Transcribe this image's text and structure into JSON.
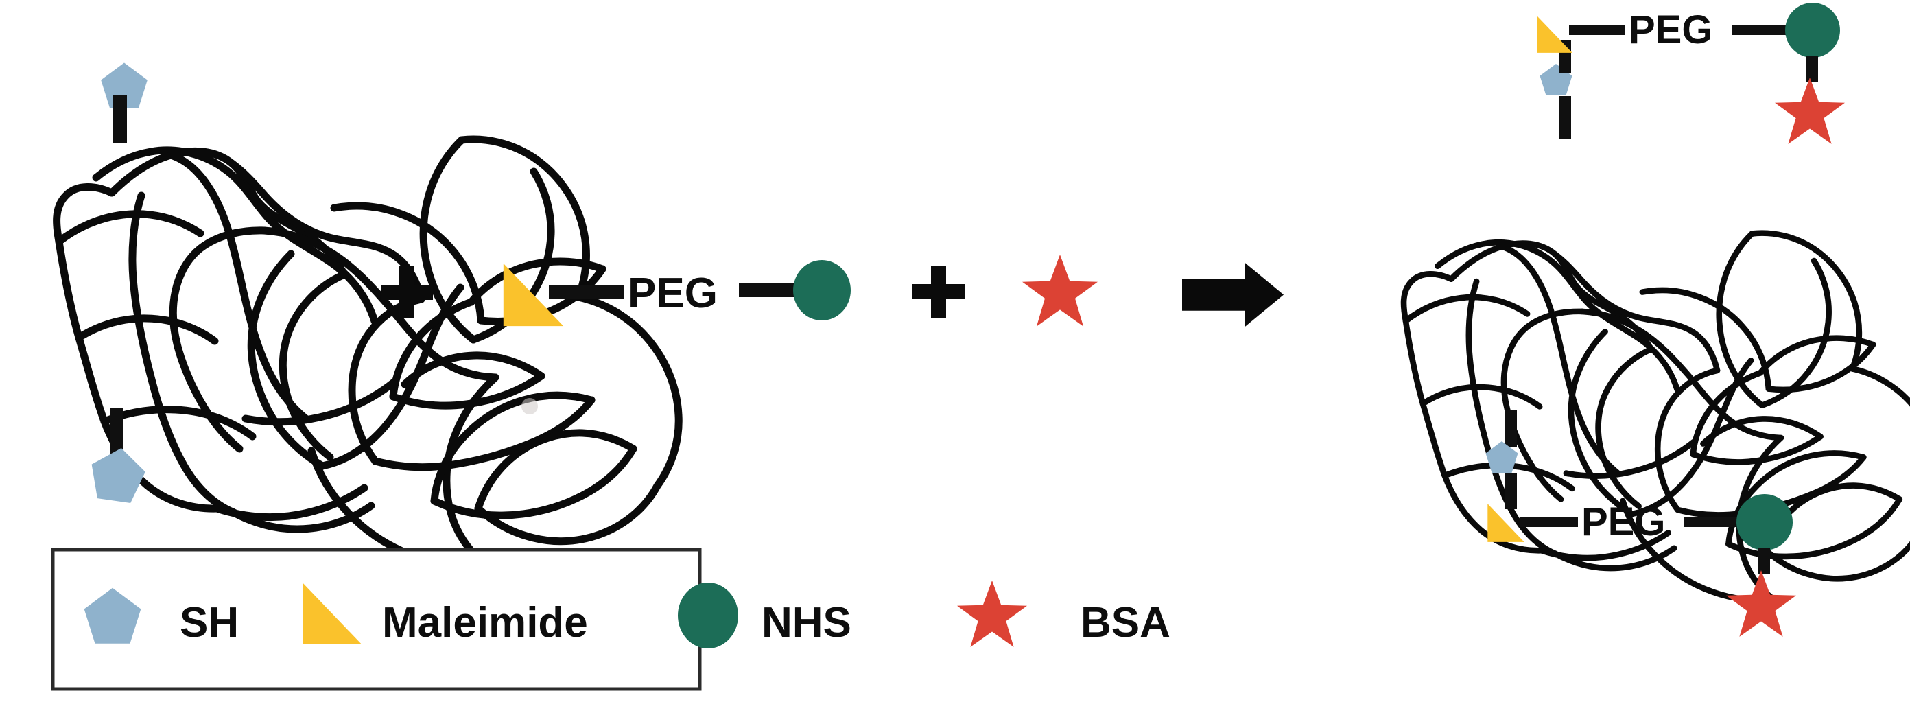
{
  "figure": {
    "kind": "reaction-scheme",
    "description": "Thiolated protein plus maleimide-PEG-NHS linker plus BSA yields protein-PEG-BSA conjugate",
    "background_color": "#ffffff"
  },
  "colors": {
    "sh_blue": "#8fb2cc",
    "maleimide_yellow": "#fac22c",
    "nhs_green": "#1c6d57",
    "bsa_red": "#dc4234",
    "bond_black": "#101010",
    "protein_black": "#0a0a0a",
    "legend_border": "#2b2b2b",
    "artifact_gray": "#c9c6c3"
  },
  "reactants": {
    "protein": {
      "name": "thiolated-protein",
      "groups": [
        {
          "label": "SH",
          "shape": "pentagon",
          "position": "top"
        },
        {
          "label": "SH",
          "shape": "pentagon",
          "position": "bottom"
        }
      ]
    },
    "operators": [
      {
        "name": "plus-1",
        "symbol": "+"
      },
      {
        "name": "plus-2",
        "symbol": "+"
      },
      {
        "name": "reaction-arrow",
        "symbol": "→"
      }
    ],
    "linker": {
      "name": "maleimide-peg-nhs",
      "left_group": "Maleimide",
      "center_label": "PEG",
      "right_group": "NHS"
    },
    "bsa": {
      "name": "BSA",
      "shape": "star"
    }
  },
  "product": {
    "name": "protein-peg-bsa-conjugate",
    "arms": [
      {
        "id": "top-arm",
        "sh_label": "SH",
        "maleimide_label": "Maleimide",
        "peg_label": "PEG",
        "nhs_label": "NHS",
        "bsa_label": "BSA"
      },
      {
        "id": "bottom-arm",
        "sh_label": "SH",
        "maleimide_label": "Maleimide",
        "peg_label": "PEG",
        "nhs_label": "NHS",
        "bsa_label": "BSA"
      }
    ]
  },
  "legend": {
    "items": [
      {
        "icon": "pentagon-icon",
        "label": "SH",
        "color": "#8fb2cc"
      },
      {
        "icon": "triangle-icon",
        "label": "Maleimide",
        "color": "#fac22c"
      },
      {
        "icon": "circle-icon",
        "label": "NHS",
        "color": "#1c6d57"
      },
      {
        "icon": "star-icon",
        "label": "BSA",
        "color": "#dc4234"
      }
    ]
  }
}
